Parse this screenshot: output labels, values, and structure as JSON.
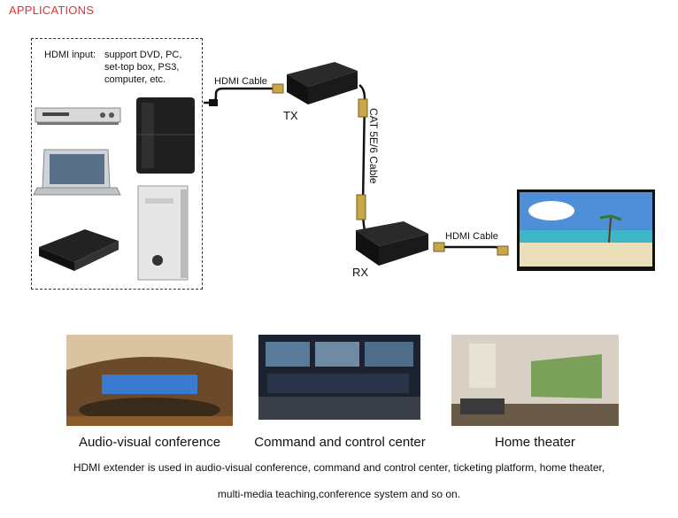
{
  "heading": "APPLICATIONS",
  "source": {
    "label": "HDMI input:",
    "support_lines": [
      "support DVD, PC,",
      "set-top box, PS3,",
      "computer, etc."
    ],
    "devices": [
      "dvd-player",
      "ps3-console",
      "laptop",
      "set-top-box",
      "pc-tower"
    ]
  },
  "link": {
    "tx_cable_label": "HDMI Cable",
    "tx_label": "TX",
    "cat_label": "CAT 5E/6 Cable",
    "rx_label": "RX",
    "rx_cable_label": "HDMI Cable"
  },
  "applications": [
    {
      "caption": "Audio-visual conference"
    },
    {
      "caption": "Command and control center"
    },
    {
      "caption": "Home theater"
    }
  ],
  "description": [
    "HDMI extender is used in audio-visual conference, command and control center, ticketing platform, home theater,",
    "multi-media teaching,conference system and so on."
  ],
  "colors": {
    "heading": "#e0312f",
    "device": "#1a1a1a"
  }
}
